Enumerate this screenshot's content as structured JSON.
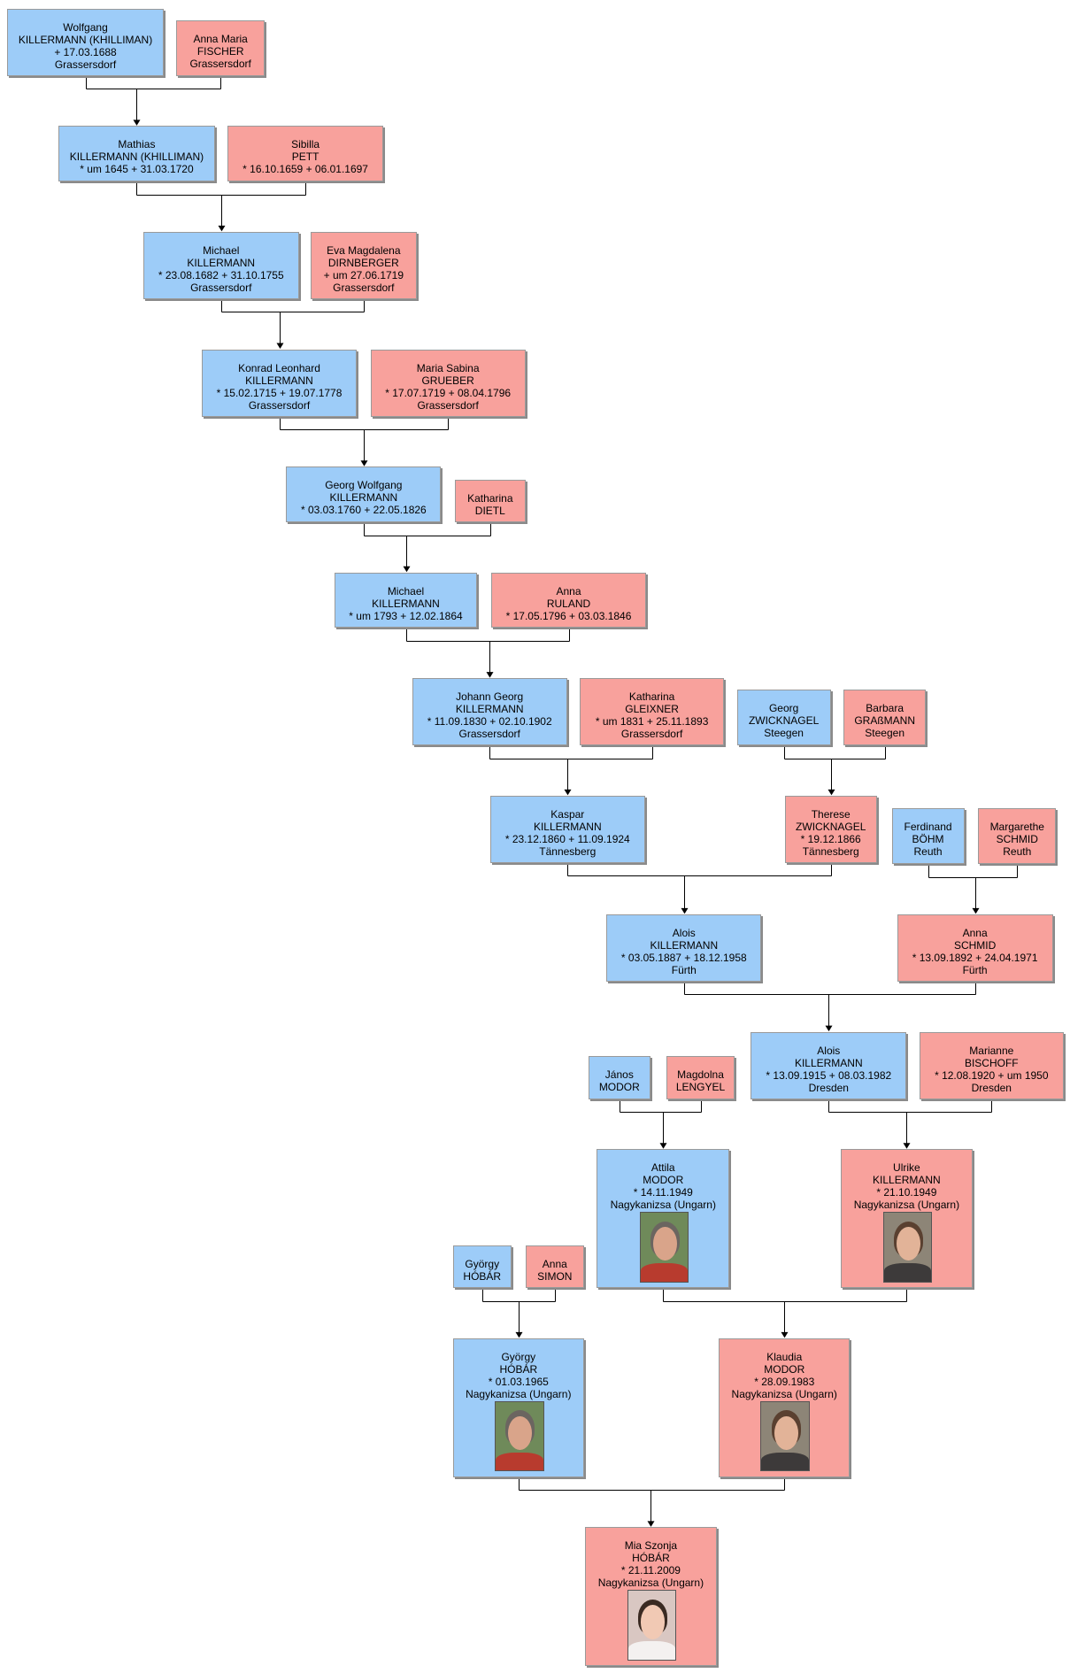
{
  "colors": {
    "male": "#9dccf8",
    "female": "#f8a19c",
    "line": "#000000"
  },
  "persons": [
    {
      "id": "p1",
      "sex": "male",
      "lines": [
        "Wolfgang",
        "KILLERMANN (KHILLIMAN)",
        "+ 17.03.1688",
        "Grassersdorf"
      ]
    },
    {
      "id": "p2",
      "sex": "female",
      "lines": [
        "Anna Maria",
        "FISCHER",
        "Grassersdorf"
      ]
    },
    {
      "id": "p3",
      "sex": "male",
      "lines": [
        "Mathias",
        "KILLERMANN (KHILLIMAN)",
        "* um 1645  + 31.03.1720"
      ]
    },
    {
      "id": "p4",
      "sex": "female",
      "lines": [
        "Sibilla",
        "PETT",
        "* 16.10.1659  + 06.01.1697"
      ]
    },
    {
      "id": "p5",
      "sex": "male",
      "lines": [
        "Michael",
        "KILLERMANN",
        "* 23.08.1682  + 31.10.1755",
        "Grassersdorf"
      ]
    },
    {
      "id": "p6",
      "sex": "female",
      "lines": [
        "Eva Magdalena",
        "DIRNBERGER",
        "+ um 27.06.1719",
        "Grassersdorf"
      ]
    },
    {
      "id": "p7",
      "sex": "male",
      "lines": [
        "Konrad Leonhard",
        "KILLERMANN",
        "* 15.02.1715  + 19.07.1778",
        "Grassersdorf"
      ]
    },
    {
      "id": "p8",
      "sex": "female",
      "lines": [
        "Maria Sabina",
        "GRUEBER",
        "* 17.07.1719  + 08.04.1796",
        "Grassersdorf"
      ]
    },
    {
      "id": "p9",
      "sex": "male",
      "lines": [
        "Georg Wolfgang",
        "KILLERMANN",
        "* 03.03.1760  + 22.05.1826"
      ]
    },
    {
      "id": "p10",
      "sex": "female",
      "lines": [
        "Katharina",
        "DIETL"
      ]
    },
    {
      "id": "p11",
      "sex": "male",
      "lines": [
        "Michael",
        "KILLERMANN",
        "* um 1793  + 12.02.1864"
      ]
    },
    {
      "id": "p12",
      "sex": "female",
      "lines": [
        "Anna",
        "RULAND",
        "* 17.05.1796  + 03.03.1846"
      ]
    },
    {
      "id": "p13",
      "sex": "male",
      "lines": [
        "Johann Georg",
        "KILLERMANN",
        "* 11.09.1830  + 02.10.1902",
        "Grassersdorf"
      ]
    },
    {
      "id": "p14",
      "sex": "female",
      "lines": [
        "Katharina",
        "GLEIXNER",
        "* um 1831  + 25.11.1893",
        "Grassersdorf"
      ]
    },
    {
      "id": "p15",
      "sex": "male",
      "lines": [
        "Georg",
        "ZWICKNAGEL",
        "Steegen"
      ]
    },
    {
      "id": "p16",
      "sex": "female",
      "lines": [
        "Barbara",
        "GRAßMANN",
        "Steegen"
      ]
    },
    {
      "id": "p17",
      "sex": "male",
      "lines": [
        "Kaspar",
        "KILLERMANN",
        "* 23.12.1860  + 11.09.1924",
        "Tännesberg"
      ]
    },
    {
      "id": "p18",
      "sex": "female",
      "lines": [
        "Therese",
        "ZWICKNAGEL",
        "* 19.12.1866",
        "Tännesberg"
      ]
    },
    {
      "id": "p19",
      "sex": "male",
      "lines": [
        "Ferdinand",
        "BÖHM",
        "Reuth"
      ]
    },
    {
      "id": "p20",
      "sex": "female",
      "lines": [
        "Margarethe",
        "SCHMID",
        "Reuth"
      ]
    },
    {
      "id": "p21",
      "sex": "male",
      "lines": [
        "Alois",
        "KILLERMANN",
        "* 03.05.1887  + 18.12.1958",
        "Fürth"
      ]
    },
    {
      "id": "p22",
      "sex": "female",
      "lines": [
        "Anna",
        "SCHMID",
        "* 13.09.1892  + 24.04.1971",
        "Fürth"
      ]
    },
    {
      "id": "p23",
      "sex": "male",
      "lines": [
        "János",
        "MODOR"
      ]
    },
    {
      "id": "p24",
      "sex": "female",
      "lines": [
        "Magdolna",
        "LENGYEL"
      ]
    },
    {
      "id": "p25",
      "sex": "male",
      "lines": [
        "Alois",
        "KILLERMANN",
        "* 13.09.1915  + 08.03.1982",
        "Dresden"
      ]
    },
    {
      "id": "p26",
      "sex": "female",
      "lines": [
        "Marianne",
        "BISCHOFF",
        "* 12.08.1920  + um 1950",
        "Dresden"
      ]
    },
    {
      "id": "p27",
      "sex": "male",
      "lines": [
        "Attila",
        "MODOR",
        "* 14.11.1949",
        "Nagykanizsa (Ungarn)"
      ],
      "photo": "man-photo"
    },
    {
      "id": "p28",
      "sex": "female",
      "lines": [
        "Ulrike",
        "KILLERMANN",
        "* 21.10.1949",
        "Nagykanizsa (Ungarn)"
      ],
      "photo": "woman-photo"
    },
    {
      "id": "p29",
      "sex": "male",
      "lines": [
        "György",
        "HÓBÁR"
      ]
    },
    {
      "id": "p30",
      "sex": "female",
      "lines": [
        "Anna",
        "SIMON"
      ]
    },
    {
      "id": "p31",
      "sex": "male",
      "lines": [
        "György",
        "HÓBÁR",
        "* 01.03.1965",
        "Nagykanizsa (Ungarn)"
      ],
      "photo": "man-photo"
    },
    {
      "id": "p32",
      "sex": "female",
      "lines": [
        "Klaudia",
        "MODOR",
        "* 28.09.1983",
        "Nagykanizsa (Ungarn)"
      ],
      "photo": "woman-photo"
    },
    {
      "id": "p33",
      "sex": "female",
      "lines": [
        "Mia Szonja",
        "HÓBÁR",
        "* 21.11.2009",
        "Nagykanizsa (Ungarn)"
      ],
      "photo": "baby-photo"
    }
  ],
  "families": [
    {
      "father": "p1",
      "mother": "p2",
      "child": "p3"
    },
    {
      "father": "p3",
      "mother": "p4",
      "child": "p5"
    },
    {
      "father": "p5",
      "mother": "p6",
      "child": "p7"
    },
    {
      "father": "p7",
      "mother": "p8",
      "child": "p9"
    },
    {
      "father": "p9",
      "mother": "p10",
      "child": "p11"
    },
    {
      "father": "p11",
      "mother": "p12",
      "child": "p13"
    },
    {
      "father": "p13",
      "mother": "p14",
      "child": "p17"
    },
    {
      "father": "p15",
      "mother": "p16",
      "child": "p18"
    },
    {
      "father": "p17",
      "mother": "p18",
      "child": "p21"
    },
    {
      "father": "p19",
      "mother": "p20",
      "child": "p22"
    },
    {
      "father": "p21",
      "mother": "p22",
      "child": "p25"
    },
    {
      "father": "p23",
      "mother": "p24",
      "child": "p27"
    },
    {
      "father": "p25",
      "mother": "p26",
      "child": "p28"
    },
    {
      "father": "p29",
      "mother": "p30",
      "child": "p31"
    },
    {
      "father": "p27",
      "mother": "p28",
      "child": "p32"
    },
    {
      "father": "p31",
      "mother": "p32",
      "child": "p33"
    }
  ]
}
